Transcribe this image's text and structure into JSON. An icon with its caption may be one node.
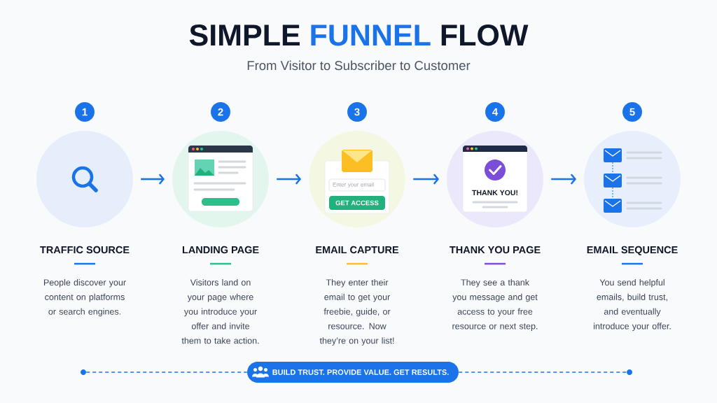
{
  "diagram": {
    "title": "SIMPLE FUNNEL FLOW",
    "nodes": [
      {
        "text": [
          "TRAFFIC SOURCE",
          "People discover your content on platforms or search engines."
        ],
        "beside": [
          "1"
        ]
      },
      {
        "text": [
          "LANDING PAGE",
          "Visitors land on your page where you introduce your offer and invite them to take action."
        ],
        "beside": [
          "2"
        ]
      },
      {
        "text": [
          "EMAIL CAPTURE",
          "They enter their email to get your freebie, guide, or resource. Now they’re on your list!"
        ],
        "beside": [
          "3"
        ]
      },
      {
        "text": [
          "Enter your email"
        ],
        "in": 2
      },
      {
        "text": [
          "GET ACCESS"
        ],
        "in": 2
      },
      {
        "text": [
          "THANK YOU PAGE",
          "They see a thank you message and get access to your free resource or next step."
        ],
        "beside": [
          "4"
        ]
      },
      {
        "text": [
          "THANK YOU!"
        ],
        "in": 5
      },
      {
        "text": [
          "EMAIL SEQUENCE",
          "You send helpful emails, build trust, and eventually introduce your offer."
        ],
        "beside": [
          "5"
        ]
      },
      {
        "text": [],
        "shape": "circle"
      },
      {
        "text": [
          "BUILD TRUST. PROVIDE VALUE. GET RESULTS."
        ]
      },
      {
        "text": [],
        "shape": "circle"
      }
    ],
    "edges": [
      {
        "from": 0,
        "to": 1,
        "arrow": "to"
      },
      {
        "from": 1,
        "to": 2,
        "arrow": "to"
      },
      {
        "from": 2,
        "to": 5,
        "arrow": "to"
      },
      {
        "from": 5,
        "to": 7,
        "arrow": "to"
      },
      {
        "from": 8,
        "to": 9,
        "arrow": "none",
        "style": "dashed"
      },
      {
        "from": 9,
        "to": 10,
        "arrow": "none",
        "style": "dashed"
      }
    ],
    "labels": [
      "From Visitor to Subscriber to Customer"
    ]
  }
}
